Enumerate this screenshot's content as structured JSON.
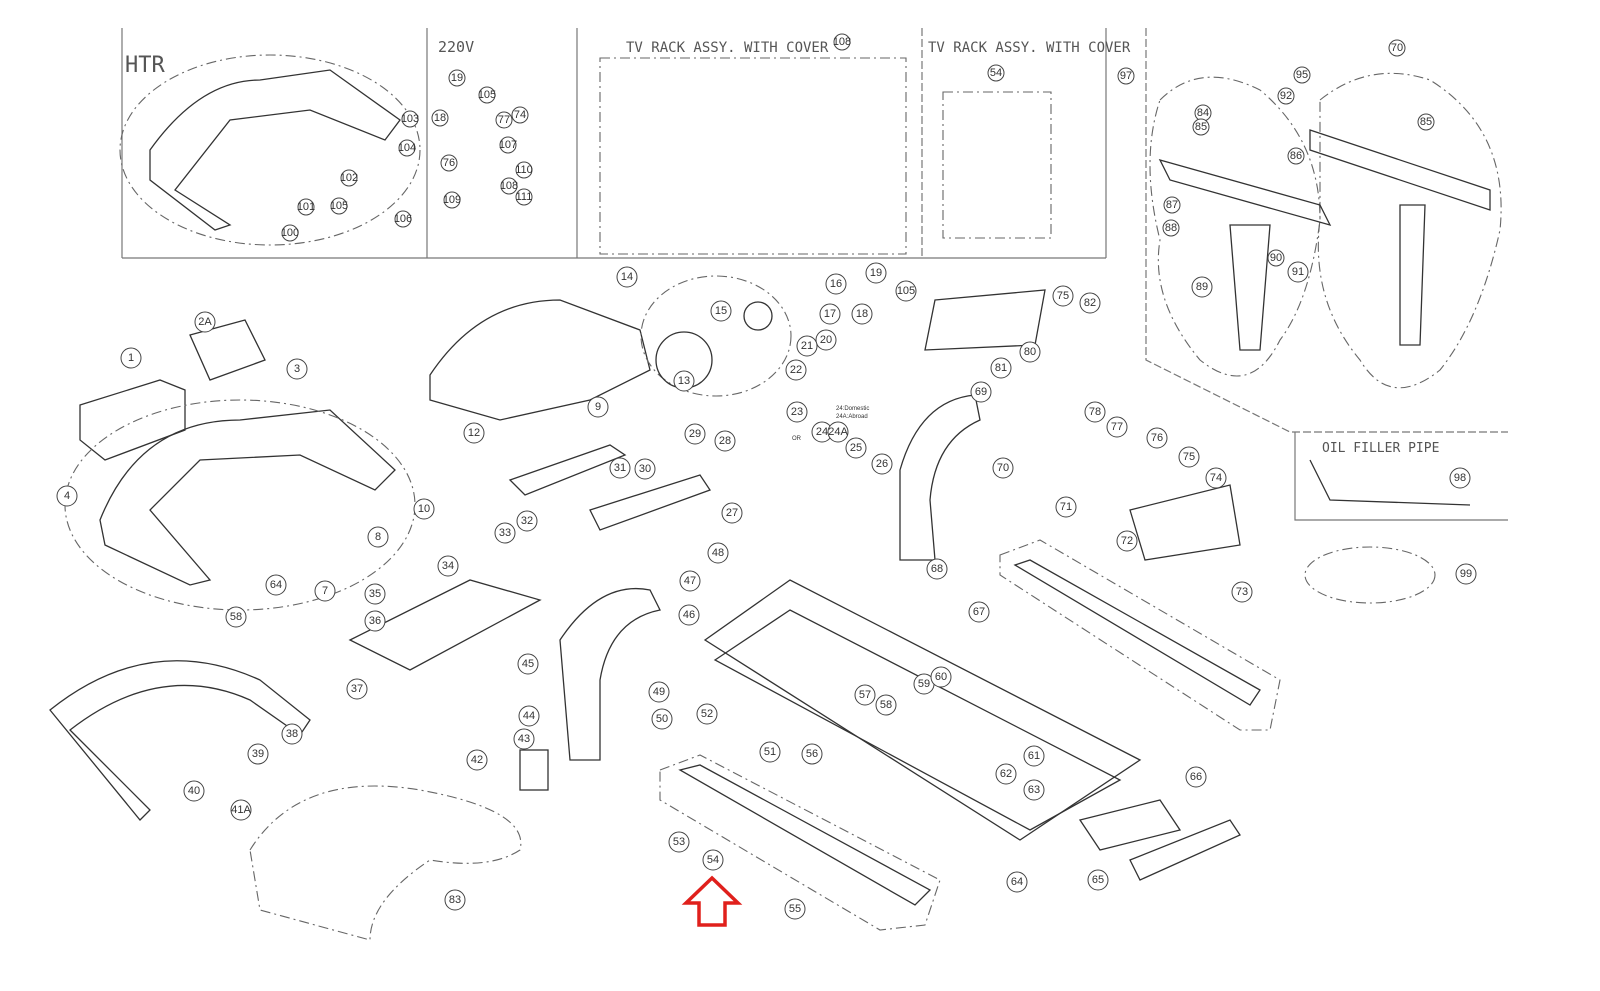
{
  "diagram": {
    "panels": {
      "htr": "HTR",
      "v220": "220V",
      "tv_rack_1": "TV RACK ASSY. WITH COVER",
      "tv_rack_2": "TV RACK ASSY. WITH COVER",
      "oil_filler": "OIL FILLER PIPE"
    },
    "note": {
      "or": "OR",
      "line1": "24:Domestic",
      "line2": "24A:Abroad"
    },
    "callouts": [
      "103",
      "104",
      "102",
      "101",
      "106",
      "105",
      "100",
      "19",
      "18",
      "105",
      "77",
      "74",
      "107",
      "76",
      "108",
      "110",
      "109",
      "111",
      "108",
      "54",
      "97",
      "84",
      "85",
      "92",
      "86",
      "87",
      "88",
      "89",
      "90",
      "91",
      "95",
      "70",
      "85",
      "1",
      "2A",
      "3",
      "4",
      "58",
      "64",
      "10",
      "8",
      "7",
      "12",
      "9",
      "14",
      "15",
      "13",
      "16",
      "17",
      "19",
      "18",
      "105",
      "20",
      "21",
      "22",
      "75",
      "82",
      "81",
      "80",
      "69",
      "78",
      "77",
      "76",
      "75",
      "74",
      "70",
      "71",
      "72",
      "68",
      "67",
      "73",
      "99",
      "98",
      "23",
      "24",
      "24A",
      "25",
      "26",
      "27",
      "28",
      "29",
      "30",
      "31",
      "32",
      "33",
      "34",
      "35",
      "36",
      "37",
      "39",
      "38",
      "40",
      "41A",
      "83",
      "42",
      "43",
      "44",
      "45",
      "46",
      "47",
      "48",
      "49",
      "50",
      "52",
      "51",
      "56",
      "53",
      "54",
      "55",
      "57",
      "58",
      "59",
      "60",
      "61",
      "62",
      "63",
      "65",
      "64",
      "66"
    ],
    "highlight_arrow_color": "#e0201c"
  }
}
